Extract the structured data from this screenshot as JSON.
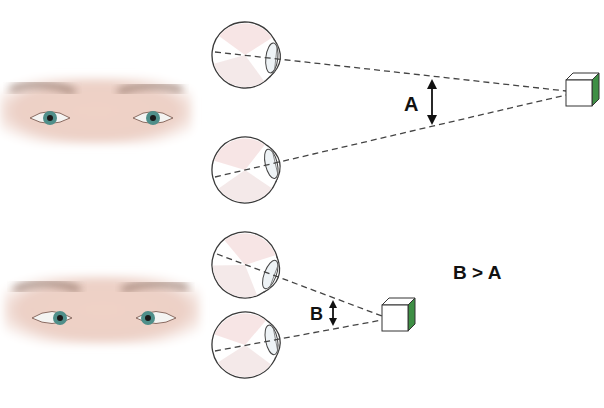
{
  "diagram": {
    "labels": [
      "A",
      "B",
      "B > A"
    ]
  }
}
